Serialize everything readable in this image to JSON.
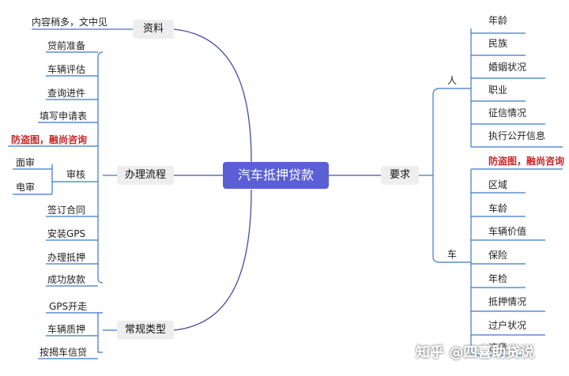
{
  "center": "汽车抵押贷款",
  "left": {
    "ziliao": {
      "label": "资料",
      "items": [
        "内容稍多，文中见"
      ]
    },
    "liucheng": {
      "label": "办理流程",
      "items": [
        "贷前准备",
        "车辆评估",
        "查询进件",
        "填写申请表",
        "防盗图，融尚咨询",
        "审核",
        "签订合同",
        "安装GPS",
        "办理抵押",
        "成功放款"
      ],
      "shenhe_sub": [
        "面审",
        "电审"
      ]
    },
    "leixing": {
      "label": "常规类型",
      "items": [
        "GPS开走",
        "车辆质押",
        "按揭车信贷"
      ]
    }
  },
  "right": {
    "yaoqiu": "要求",
    "ren": {
      "label": "人",
      "items": [
        "年龄",
        "民族",
        "婚姻状况",
        "职业",
        "征信情况",
        "执行公开信息"
      ]
    },
    "watermark_note": "防盗图，融尚咨询",
    "che": {
      "label": "车",
      "items": [
        "区域",
        "车龄",
        "车辆价值",
        "保险",
        "年检",
        "抵押情况",
        "过户状况",
        "违章"
      ]
    }
  },
  "watermark": "知乎 @四喜助贷说"
}
